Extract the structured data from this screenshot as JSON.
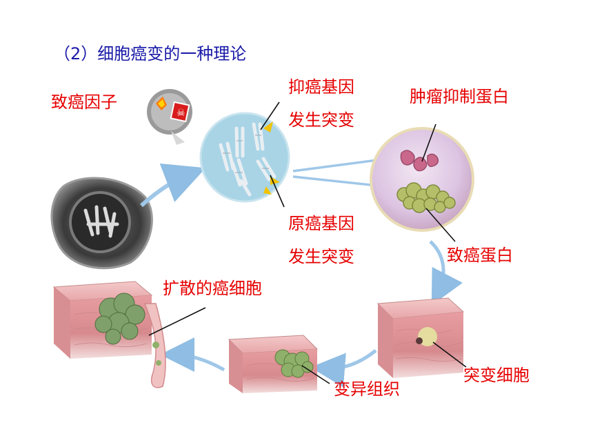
{
  "title": "（2）细胞癌变的一种理论",
  "labels": {
    "carcinogen": "致癌因子",
    "tumor_suppressor_gene_line1": "抑癌基因",
    "tumor_suppressor_gene_line2": "发生突变",
    "tumor_suppressor_protein": "肿瘤抑制蛋白",
    "proto_oncogene_line1": "原癌基因",
    "proto_oncogene_line2": "发生突变",
    "oncoprotein": "致癌蛋白",
    "spread_cancer_cells": "扩散的癌细胞",
    "mutant_cell": "突变细胞",
    "abnormal_tissue": "变异组织"
  },
  "colors": {
    "title": "#1a1aa8",
    "label": "#e60000",
    "arrow": "#9fc7e8",
    "nucleus": "#a8d4e6",
    "protein_circle": "#e6d0ea",
    "tissue": "#e6a3a6"
  }
}
